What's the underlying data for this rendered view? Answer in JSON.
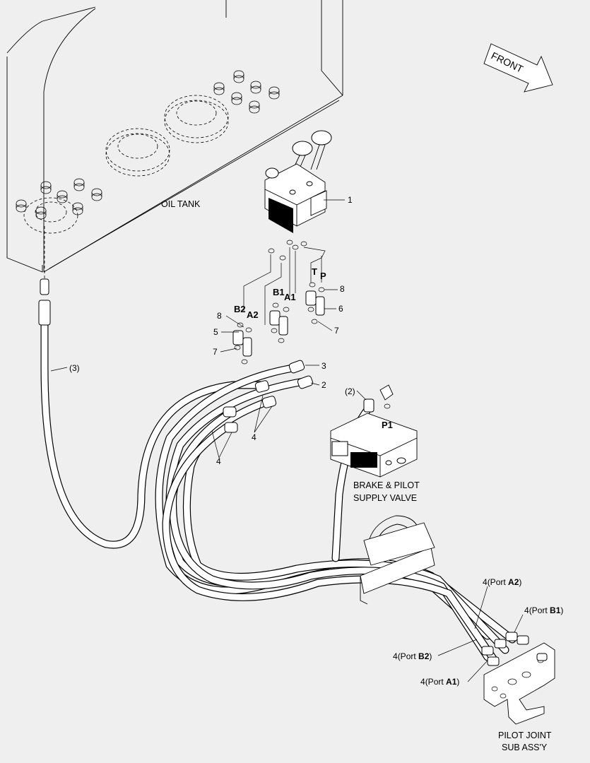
{
  "labels": {
    "oil_tank": "OIL TANK",
    "front": "FRONT",
    "brake_pilot_valve": [
      "BRAKE & PILOT",
      "SUPPLY VALVE"
    ],
    "pilot_joint": [
      "PILOT JOINT",
      "SUB ASS'Y"
    ],
    "part_1": "1",
    "part_2": "2",
    "part_3": "3",
    "part_4a": "4",
    "part_4b": "4",
    "part_5": "5",
    "part_6": "6",
    "part_7a": "7",
    "part_7b": "7",
    "part_8a": "8",
    "part_8b": "8",
    "ref_3": "(3)",
    "ref_2": "(2)",
    "port_T": "T",
    "port_P": "P",
    "port_P1": "P1",
    "port_B1": "B1",
    "port_A1": "A1",
    "port_B2": "B2",
    "port_A2": "A2",
    "hose_a2": {
      "num": "4",
      "text": "(Port ",
      "port": "A2",
      "close": ")"
    },
    "hose_b1": {
      "num": "4",
      "text": "(Port ",
      "port": "B1",
      "close": ")"
    },
    "hose_b2": {
      "num": "4",
      "text": "(Port ",
      "port": "B2",
      "close": ")"
    },
    "hose_a1": {
      "num": "4",
      "text": "(Port ",
      "port": "A1",
      "close": ")"
    }
  }
}
